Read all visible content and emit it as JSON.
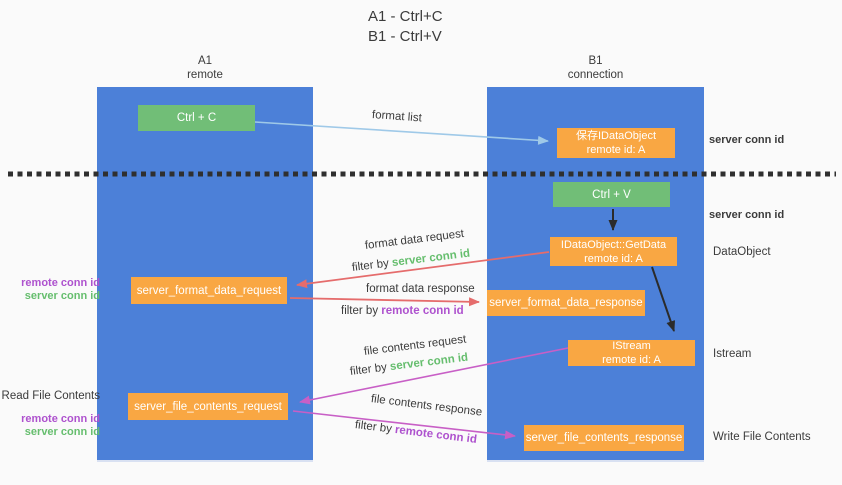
{
  "title": {
    "line1": "A1 - Ctrl+C",
    "line2": "B1 - Ctrl+V"
  },
  "lanes": {
    "left": {
      "name": "A1",
      "role": "remote"
    },
    "right": {
      "name": "B1",
      "role": "connection"
    }
  },
  "nodes": {
    "ctrl_c": {
      "label": "Ctrl + C"
    },
    "ctrl_v": {
      "label": "Ctrl + V"
    },
    "save_idataobject": {
      "line1": "保存IDataObject",
      "line2": "remote id: A"
    },
    "getdata": {
      "line1": "IDataObject::GetData",
      "line2": "remote id: A"
    },
    "istream": {
      "line1": "IStream",
      "line2": "remote id: A"
    },
    "format_request": {
      "label": "server_format_data_request"
    },
    "format_response": {
      "label": "server_format_data_response"
    },
    "file_request": {
      "label": "server_file_contents_request"
    },
    "file_response": {
      "label": "server_file_contents_response"
    }
  },
  "edges": {
    "format_list": {
      "label": "format list"
    },
    "format_data_request": {
      "label": "format data request",
      "filter_prefix": "filter by",
      "filter_value": "server conn id"
    },
    "format_data_response": {
      "label": "format data response",
      "filter_prefix": "filter by",
      "filter_value": "remote conn id"
    },
    "file_contents_request": {
      "label": "file contents request",
      "filter_prefix": "filter by",
      "filter_value": "server conn id"
    },
    "file_contents_response": {
      "label": "file contents response",
      "filter_prefix": "filter by",
      "filter_value": "remote conn id"
    }
  },
  "side_labels": {
    "server_conn_id_top": "server conn id",
    "server_conn_id_mid": "server conn id",
    "dataobject": "DataObject",
    "istream": "Istream",
    "write_file_contents": "Write File Contents",
    "read_file_contents": "Read File Contents",
    "mid_left": {
      "line1": "remote conn id",
      "line2": "server conn id"
    },
    "bottom_left": {
      "line1": "remote conn id",
      "line2": "server conn id"
    }
  },
  "colors": {
    "lane_blue": "#4C80D8",
    "node_orange": "#F9A743",
    "node_green": "#71BE77",
    "conn_id_green": "#66BE6E",
    "conn_id_purple": "#AE52CE",
    "arrow_red": "#E56C6C",
    "arrow_magenta": "#C85FC6",
    "arrow_light_blue": "#9FC9E8",
    "arrow_black": "#2B2B2B",
    "separator_black": "#2F2F2F"
  }
}
